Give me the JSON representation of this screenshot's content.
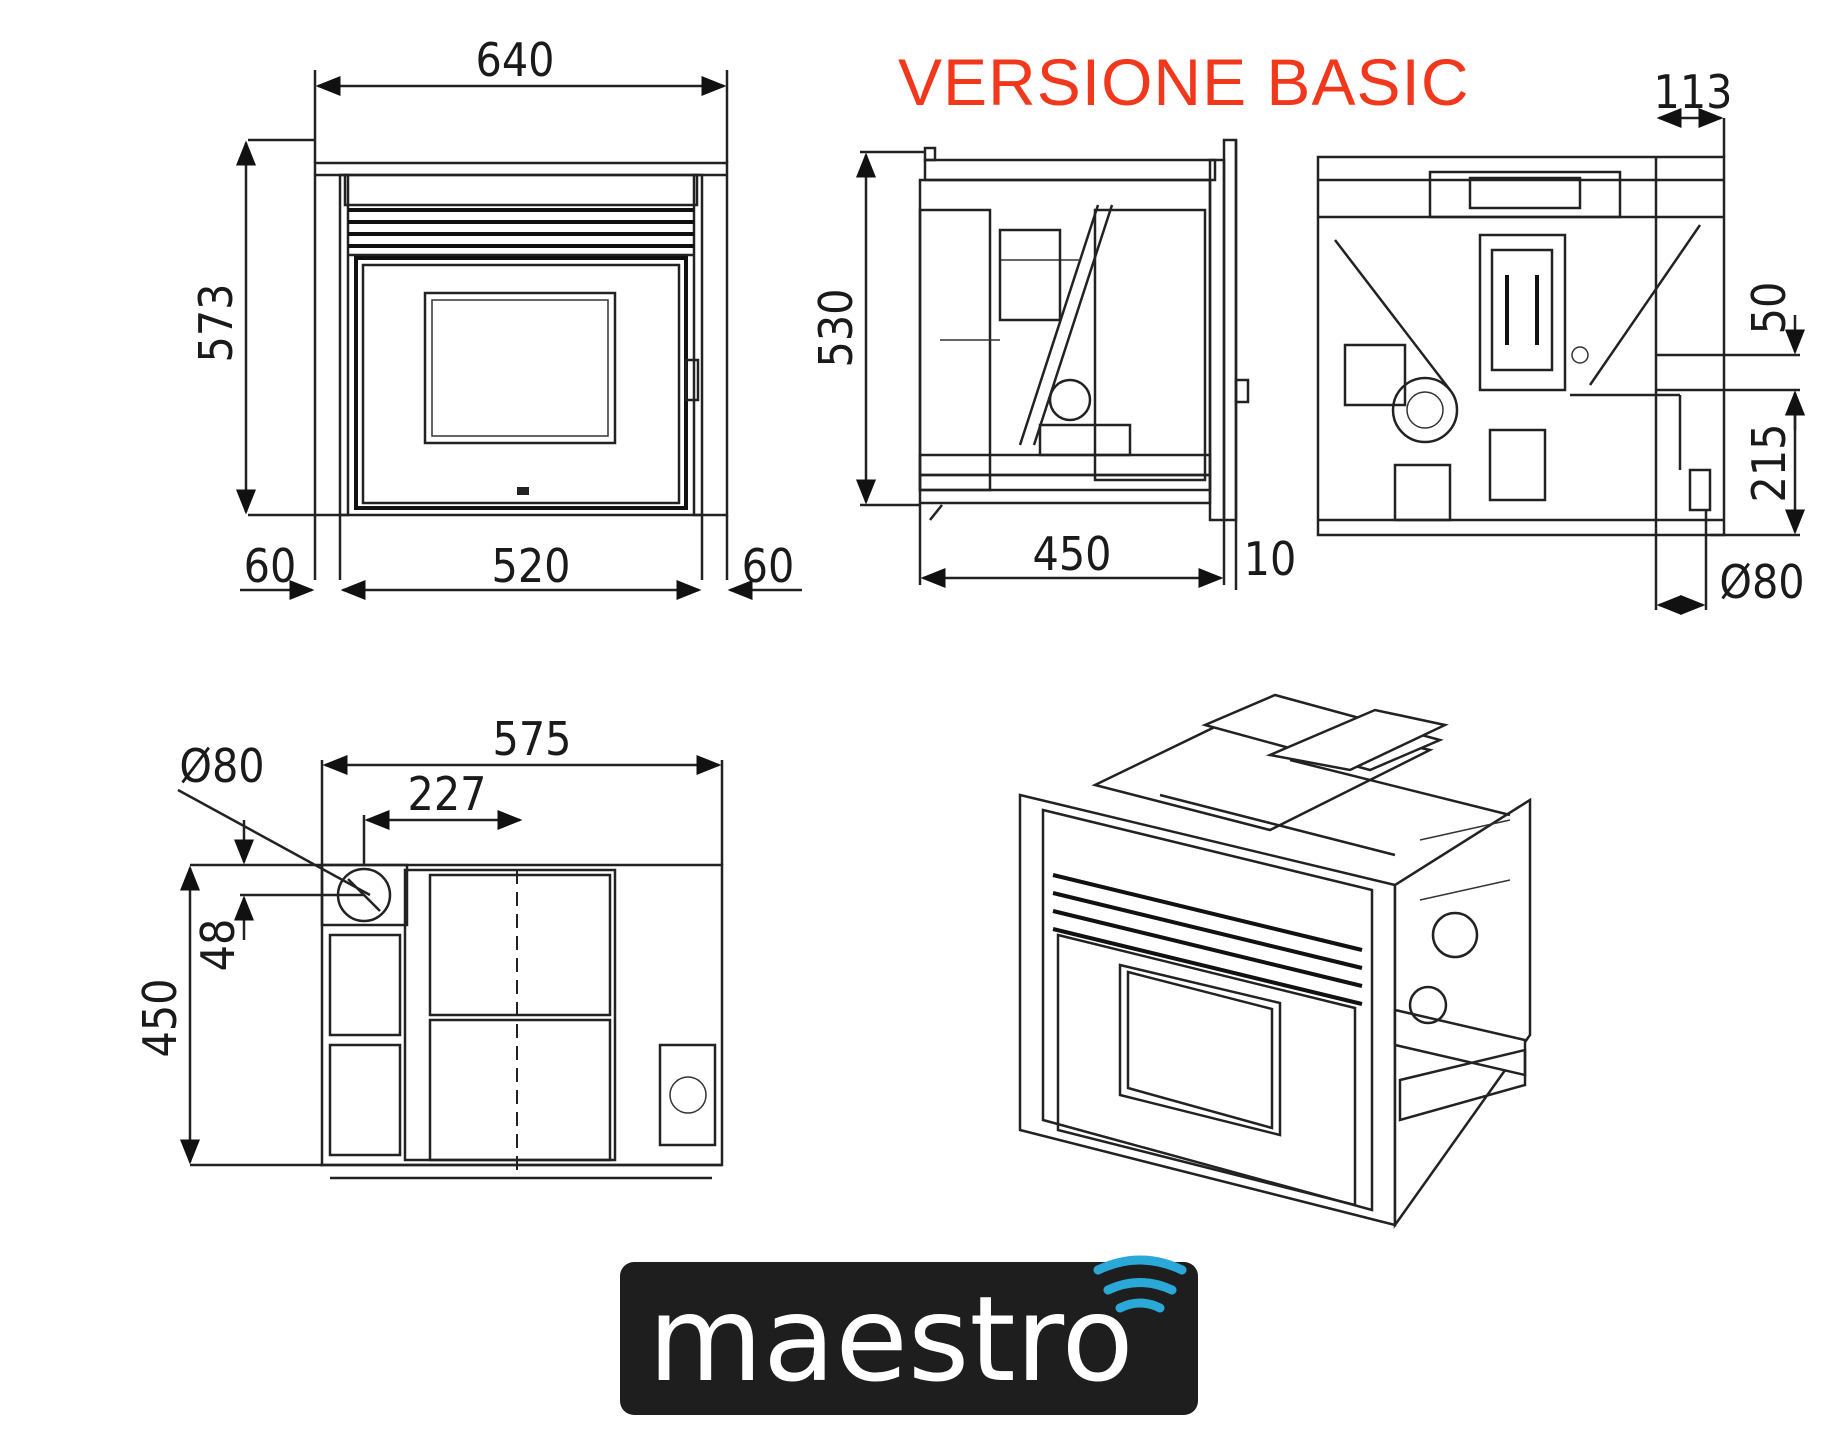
{
  "title": "VERSIONE BASIC",
  "front_view": {
    "width_total": "640",
    "height": "573",
    "width_inner": "520",
    "side_left": "60",
    "side_right": "60"
  },
  "side_view": {
    "height": "530",
    "depth": "450",
    "frame_offset": "10"
  },
  "rear_view": {
    "offset_top": "113",
    "offset_a": "50",
    "offset_b": "215",
    "flue_diameter": "Ø80"
  },
  "top_view": {
    "width": "575",
    "flue_offset_x": "227",
    "flue_diameter": "Ø80",
    "flue_offset_y": "48",
    "depth": "450"
  },
  "brand": {
    "logo_text": "maestro",
    "logo_bg": "#1e1e1e",
    "accent": "#2aa9d8",
    "title_color": "#f2381c"
  }
}
